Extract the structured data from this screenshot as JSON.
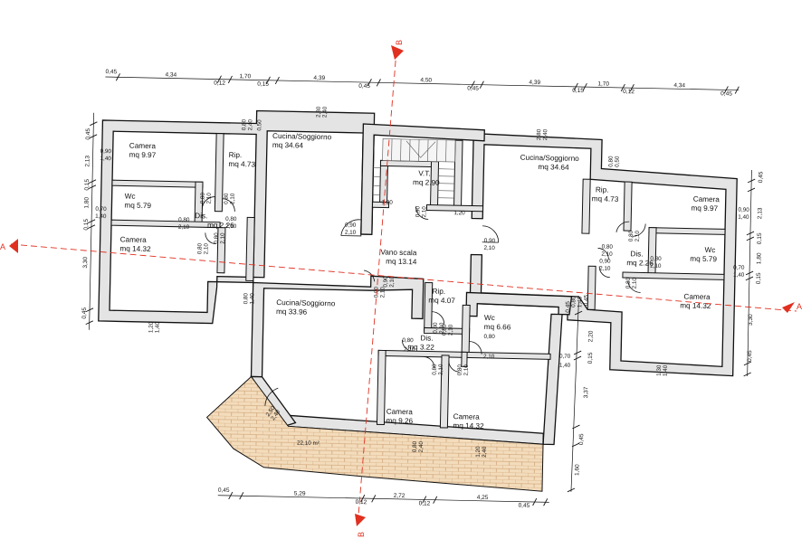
{
  "rooms": {
    "camera_nw": [
      "Camera",
      "mq 9.97"
    ],
    "rip_nw": [
      "Rip.",
      "mq 4.73"
    ],
    "cucina_nw": [
      "Cucina/Soggiorno",
      "mq 34.64"
    ],
    "vt": [
      "V.T.",
      "mq 2.90"
    ],
    "cucina_ne": [
      "Cucina/Soggiorno",
      "mq 34.64"
    ],
    "rip_ne": [
      "Rip.",
      "mq 4.73"
    ],
    "camera_ne": [
      "Camera",
      "mq 9.97"
    ],
    "wc_w": [
      "Wc",
      "mq 5.79"
    ],
    "dis_w": [
      "Dis.",
      "mq 2.26"
    ],
    "camera_w": [
      "Camera",
      "mq 14.32"
    ],
    "vano_scala": [
      "Vano scala",
      "mq 13.14"
    ],
    "dis_e": [
      "Dis.",
      "mq 2.26"
    ],
    "wc_e": [
      "Wc",
      "mq 5.79"
    ],
    "camera_e": [
      "Camera",
      "mq 14.32"
    ],
    "cucina_s": [
      "Cucina/Soggiorno",
      "mq 33.96"
    ],
    "rip_s": [
      "Rip.",
      "mq 4.07"
    ],
    "wc_s": [
      "Wc",
      "mq 6.66"
    ],
    "dis_s": [
      "Dis.",
      "mq 3.22"
    ],
    "camera_s1": [
      "Camera",
      "mq 9.26"
    ],
    "camera_s2": [
      "Camera",
      "mq 14.32"
    ],
    "terrace": "22,10 m²"
  },
  "dims_top": {
    "a": "0,45",
    "b": "4,34",
    "c": "0,12",
    "d": "1,70",
    "e": "0,15",
    "f": "4,39",
    "g": "0,45",
    "h": "4,50",
    "i": "0,45",
    "j": "4,39",
    "k": "0,15",
    "l": "1,70",
    "m": "0,12",
    "n": "4,34",
    "o": "0,45"
  },
  "dims_bottom": {
    "a": "0,45",
    "b": "5,29",
    "c": "0,12",
    "d": "2,72",
    "e": "0,12",
    "f": "4,25",
    "g": "0,45"
  },
  "dims_left": {
    "a": "0,45",
    "b": "2,13",
    "c": "0,15",
    "d": "1,80",
    "e": "0,15",
    "f": "3,30",
    "g": "0,45"
  },
  "dims_right": {
    "a": "0,45",
    "b": "2,13",
    "c": "0,15",
    "d": "1,80",
    "e": "0,15",
    "f": "3,30",
    "g": "0,45"
  },
  "dims_right_low": {
    "a": "0,45",
    "b": "2,20",
    "c": "0,15",
    "d": "3,37",
    "e": "0,45",
    "f": "1,60"
  },
  "openings": {
    "o1": [
      "0,80",
      "2,40"
    ],
    "o2": [
      "0,80",
      "0,50"
    ],
    "o3": [
      "2,80",
      "2,40"
    ],
    "o4": [
      "2,80",
      "2,40"
    ],
    "o5": [
      "0,80",
      "0,50"
    ],
    "o6": [
      "0,90",
      "1,40"
    ],
    "o7": [
      "0,70",
      "1,40"
    ],
    "o8": [
      "0,80",
      "2,10"
    ],
    "o9": [
      "0,80",
      "2,10"
    ],
    "o10": [
      "0,80",
      "2,10"
    ],
    "o11": [
      "0,80",
      "2,10"
    ],
    "o12": [
      "0,90",
      "2,10"
    ],
    "o13": [
      "1,20"
    ],
    "o14": [
      "1,20"
    ],
    "o15": [
      "0,90",
      "2,10"
    ],
    "o16": [
      "0,90",
      "2,10"
    ],
    "o17": [
      "0,80",
      "1,40"
    ],
    "o18": [
      "1,20",
      "1,40"
    ],
    "o19": [
      "0,90",
      "2,10"
    ],
    "o20": [
      "0,80",
      "2,10"
    ],
    "o21": [
      "0,80",
      "2,10"
    ],
    "o22": [
      "0,80",
      "2,10"
    ],
    "o23": [
      "0,80",
      "2,10"
    ],
    "o24": [
      "0,80",
      "1,48"
    ],
    "o25": [
      "0,70",
      "1,40"
    ],
    "o26": [
      "1,30",
      "1,40"
    ],
    "o27": [
      "0,90",
      "1,40"
    ],
    "o28": [
      "0,70",
      "1,40"
    ],
    "o29": [
      "0,80",
      "2,40"
    ],
    "o30": [
      "1,20",
      "2,40"
    ],
    "o31": [
      "2,50",
      "2,40"
    ],
    "o32": [
      "0,80",
      "2,10"
    ],
    "o33": [
      "0,90",
      "2,10"
    ],
    "o34": [
      "0,80",
      "2,10"
    ],
    "o35": [
      "0,80",
      "2,10"
    ],
    "o36": [
      "0,80",
      "2,10"
    ],
    "o37": [
      "0,80",
      "2,10"
    ],
    "o38": [
      "0,80",
      "2,10"
    ],
    "o39": [
      "0,80",
      "2,10"
    ],
    "o40": [
      "0,45"
    ],
    "o41": [
      "0,90",
      "2,10"
    ],
    "o42": [
      "0,80",
      "2,10"
    ]
  },
  "sections": {
    "a_left": "A",
    "a_right": "A",
    "b_top": "B",
    "b_bottom": "B"
  },
  "colors": {
    "wall": "#e4e4e4",
    "section": "#e03020",
    "tiles": "#f3dcbc",
    "tile_line": "#c89868"
  }
}
